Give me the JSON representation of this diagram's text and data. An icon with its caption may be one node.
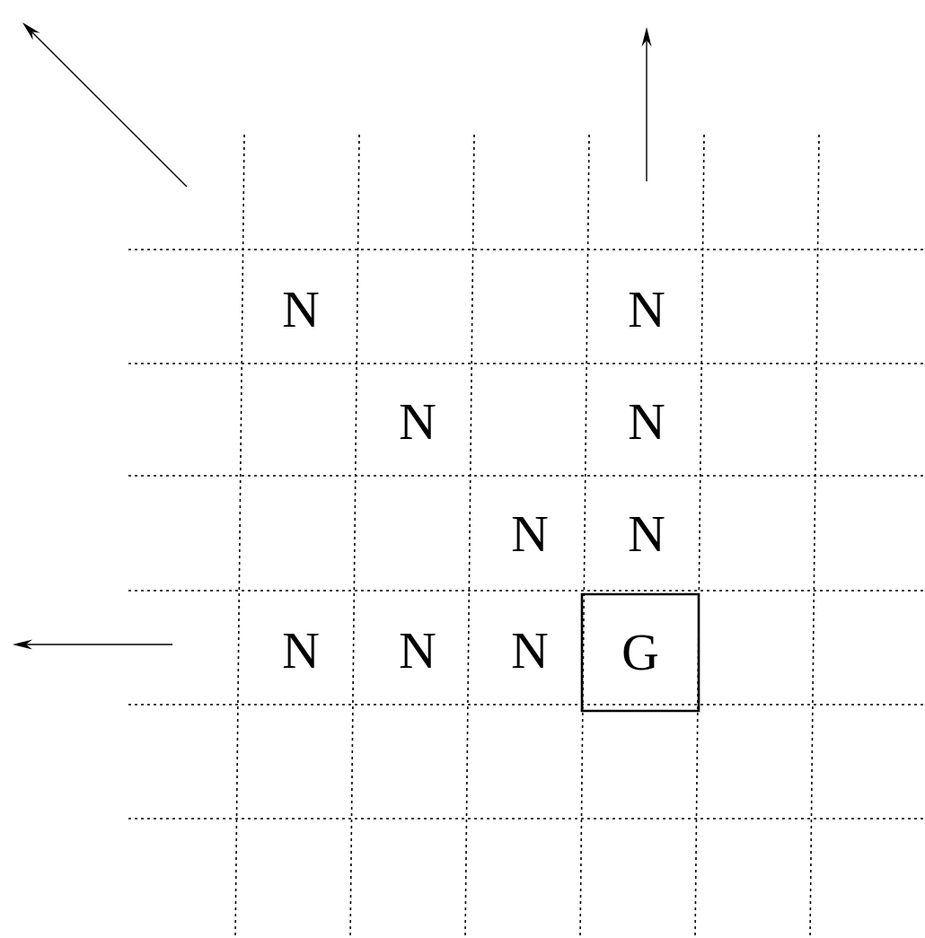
{
  "diagram": {
    "nodes": [
      {
        "text": [
          "G"
        ]
      }
    ],
    "labels": [
      "N",
      "N",
      "N",
      "N",
      "N",
      "N",
      "N",
      "N",
      "N"
    ]
  }
}
